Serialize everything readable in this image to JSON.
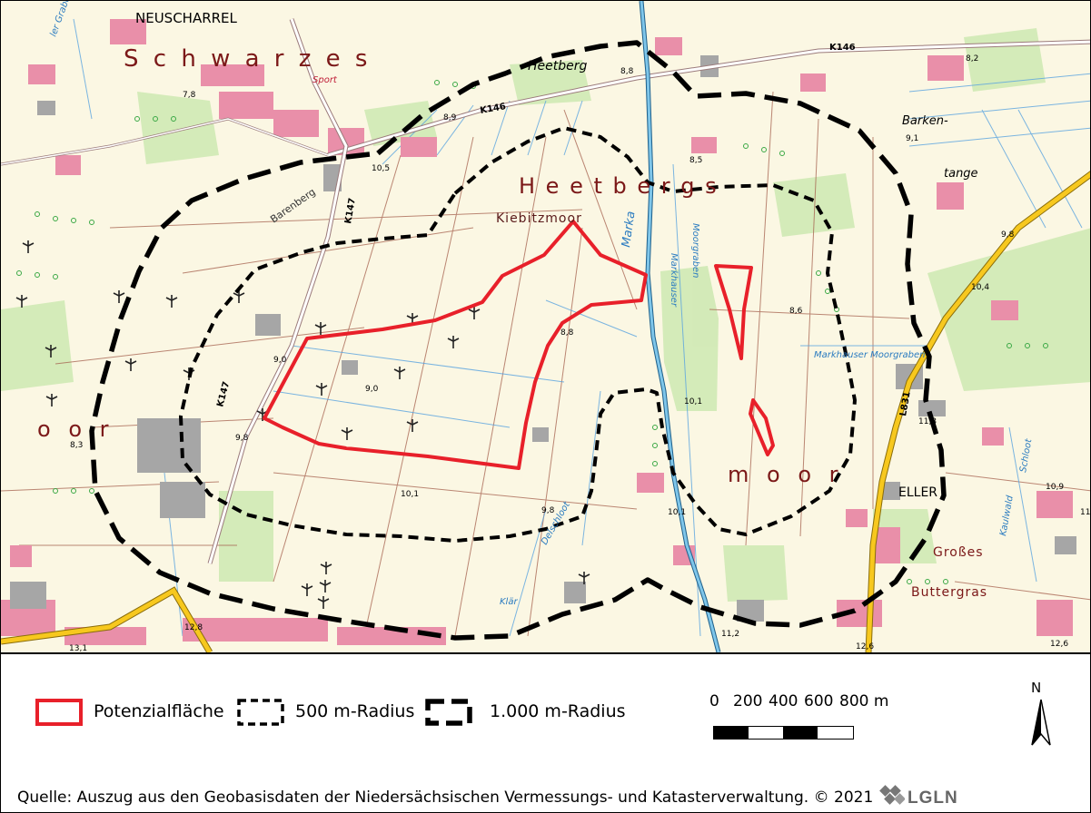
{
  "map": {
    "place_labels": {
      "neuscharrel": "NEUSCHARREL",
      "heetberg": "Heetberg",
      "heetbergs": "H e e t b e r g s",
      "schwarzes": "S c h w a r z e s",
      "moor_left": "o o r",
      "moor_right": "m o o r",
      "kiebitzmoor": "Kiebitzmoor",
      "barkentange_1": "Barken-",
      "barkentange_2": "tange",
      "eller": "ELLER",
      "grosses": "Großes",
      "buttergras": "Buttergras",
      "barenberg": "Barenberg",
      "sport": "Sport",
      "marka": "Marka",
      "markhauser_moorgraben_v1": "Markhauser",
      "markhauser_moorgraben_v2": "Moorgraben",
      "markhauser_moorgraben_h": "Markhauser Moorgraben",
      "delschloot": "Delschloot",
      "schloot": "Schloot",
      "kaulwald": "Kaulwald",
      "klaer": "Klär",
      "graben": "ler Graben"
    },
    "road_labels": {
      "k146_top": "K146",
      "k146_mid": "K146",
      "k147_a": "K147",
      "k147_b": "K147",
      "l831": "L831"
    },
    "spot_heights": [
      "7,8",
      "8,9",
      "8,8",
      "8,2",
      "10,5",
      "9,1",
      "8,5",
      "9,8",
      "10,4",
      "8,6",
      "9,0",
      "9,0",
      "8,8",
      "9,8",
      "10,1",
      "11,3",
      "8,3",
      "10,1",
      "9,8",
      "10,1",
      "10,9",
      "12,8",
      "13,1",
      "11,2",
      "12,6",
      "12,6",
      "11,"
    ],
    "colors": {
      "background": "#fbf7e3",
      "potential_area": "#e8202a",
      "radius_lines": "#000000",
      "settlement": "#e98fa9",
      "building": "#a6a6a6",
      "woodland": "#cfe9b4",
      "water": "#5aa4e0",
      "main_road": "#f7c81e"
    }
  },
  "legend": {
    "potential_area": "Potenzialfläche",
    "radius_500": "500 m-Radius",
    "radius_1000": "1.000 m-Radius"
  },
  "scale": {
    "ticks": [
      "0",
      "200",
      "400",
      "600",
      "800 m"
    ]
  },
  "north_label": "N",
  "source": {
    "text": "Quelle: Auszug aus den Geobasisdaten der Niedersächsischen Vermessungs- und Katasterverwaltung. © 2021",
    "logo": "LGLN"
  }
}
